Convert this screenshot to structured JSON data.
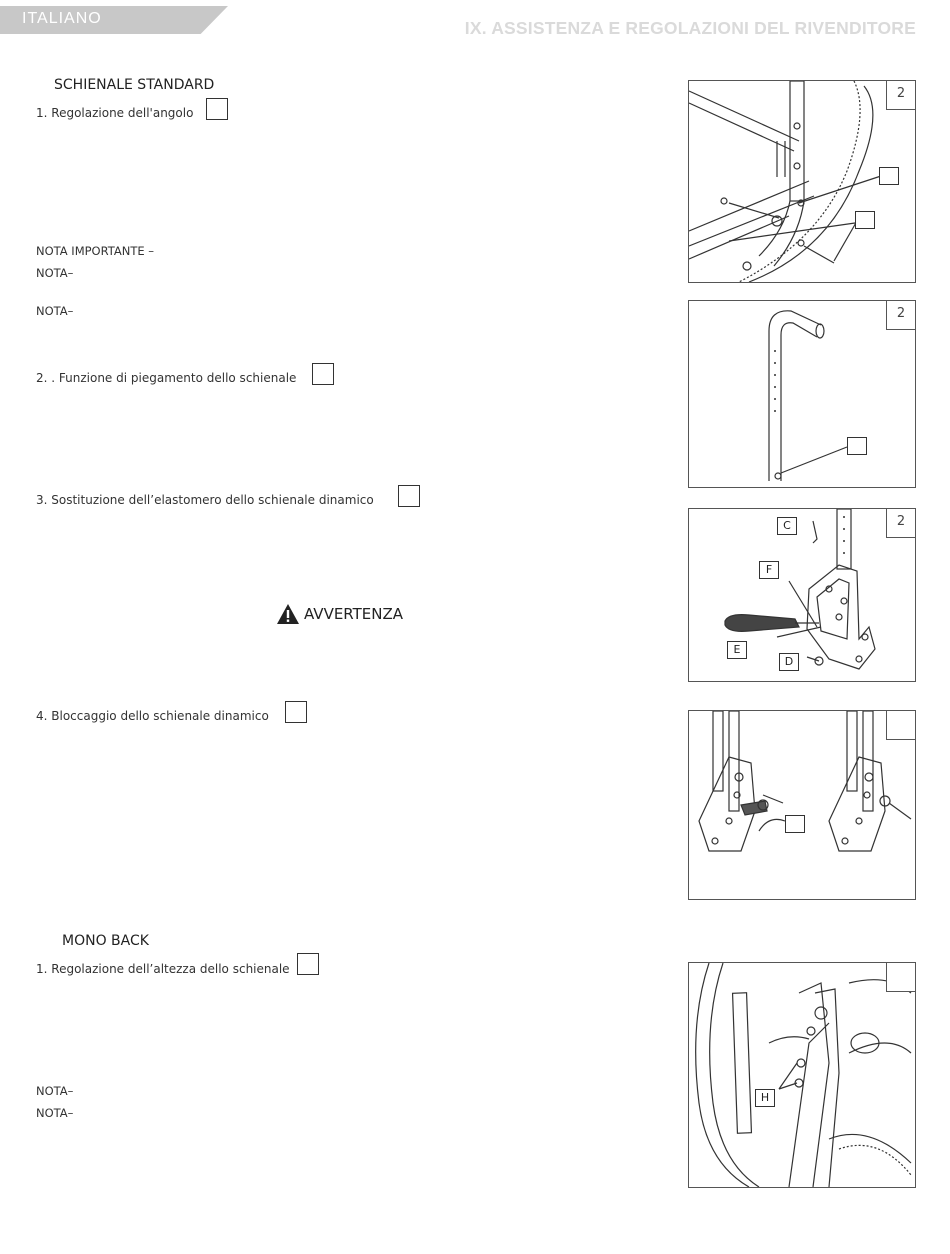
{
  "header": {
    "language": "ITALIANO",
    "title": "IX. ASSISTENZA E REGOLAZIONI DEL RIVENDITORE"
  },
  "standard_back": {
    "heading": "SCHIENALE STANDARD",
    "item1": "1. Regolazione dell'angolo",
    "note_important": "NOTA IMPORTANTE –",
    "note1": "NOTA–",
    "note2": "NOTA–",
    "item2": "2. . Funzione di piegamento dello schienale",
    "item3": "3.   Sostituzione dell’elastomero dello schienale dinamico",
    "warning": "AVVERTENZA",
    "item4": "4.   Bloccaggio dello schienale dinamico"
  },
  "mono_back": {
    "heading": "MONO BACK",
    "item1": "1. Regolazione dell’altezza dello schienale",
    "note1": "NOTA–",
    "note2": "NOTA–"
  },
  "figures": {
    "fig1_number": "2",
    "fig2_number": "2",
    "fig3_number": "2",
    "fig3_labels": {
      "c": "C",
      "f": "F",
      "e": "E",
      "d": "D"
    },
    "fig5_label_h": "H"
  }
}
